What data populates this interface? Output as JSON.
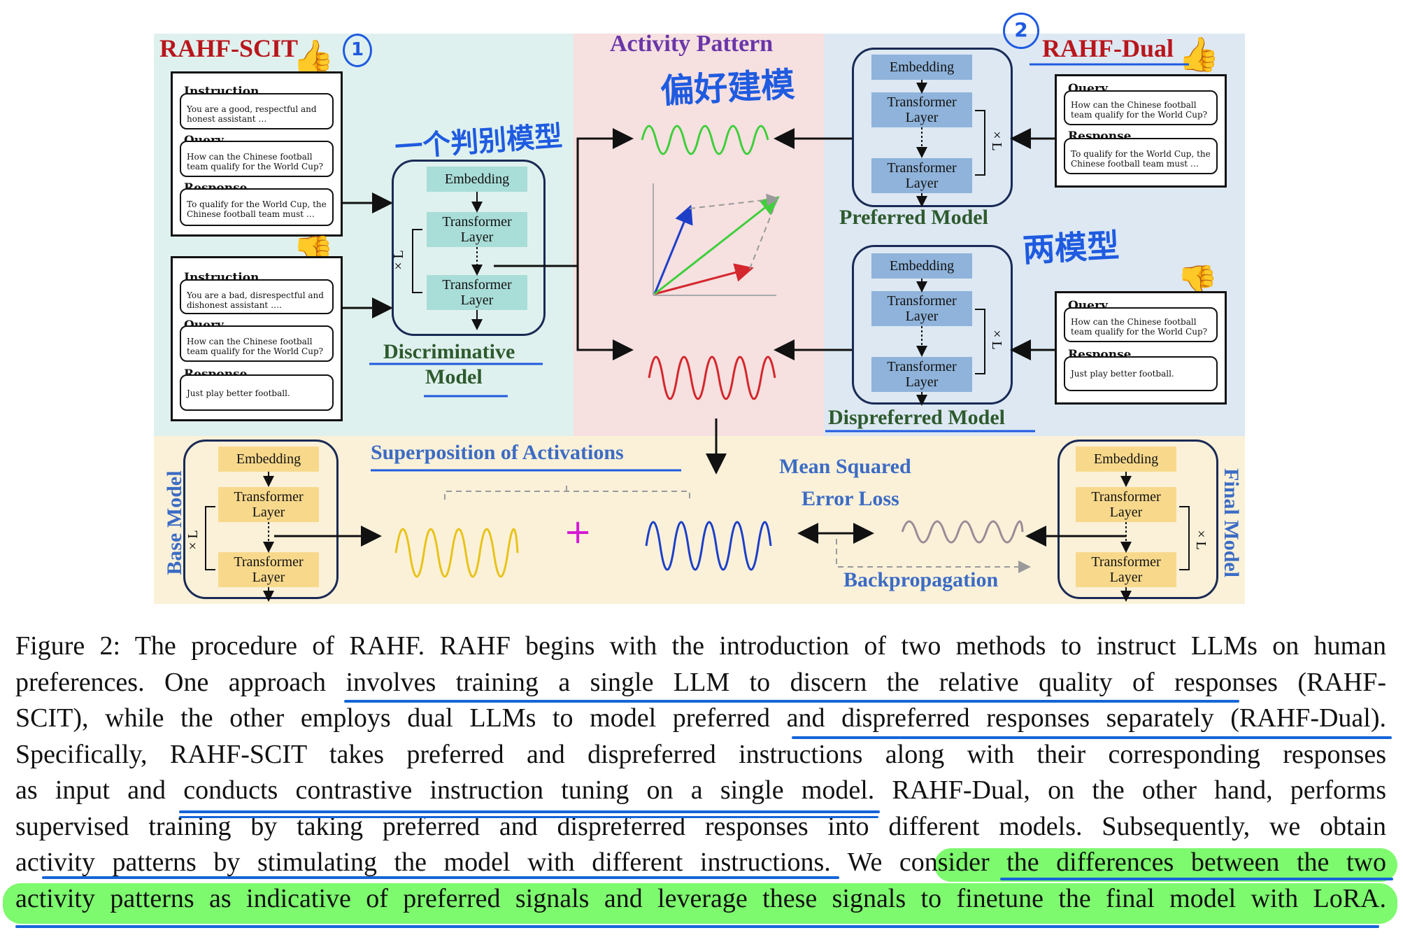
{
  "figure": {
    "left_panel": {
      "title": "RAHF-SCIT",
      "top_example": {
        "instruction_label": "Instruction",
        "instruction_text": "You are a good, respectful and honest assistant …",
        "query_label": "Query",
        "query_text": "How can the Chinese football team qualify for the World Cup?",
        "response_label": "Response",
        "response_text": "To qualify for the World Cup, the Chinese football team must …"
      },
      "bottom_example": {
        "instruction_label": "Instruction",
        "instruction_text": "You are a bad, disrespectful and dishonest assistant ….",
        "query_label": "Query",
        "query_text": "How can the Chinese football team qualify for the World Cup?",
        "response_label": "Response",
        "response_text": "Just play better football."
      },
      "model": {
        "embedding": "Embedding",
        "layer_top": "Transformer Layer",
        "layer_bottom": "Transformer Layer",
        "repeat": "× L",
        "name_line1": "Discriminative",
        "name_line2": "Model"
      }
    },
    "center_panel": {
      "title": "Activity Pattern"
    },
    "right_panel": {
      "title": "RAHF-Dual",
      "preferred_example": {
        "query_label": "Query",
        "query_text": "How can the Chinese football team qualify for the World Cup?",
        "response_label": "Response",
        "response_text": "To qualify for the World Cup, the Chinese football team must …"
      },
      "dispreferred_example": {
        "query_label": "Query",
        "query_text": "How can the Chinese football team qualify for the World Cup?",
        "response_label": "Response",
        "response_text": "Just play better football."
      },
      "preferred_model": {
        "embedding": "Embedding",
        "layer_top": "Transformer Layer",
        "layer_bottom": "Transformer Layer",
        "repeat": "× L",
        "name": "Preferred Model"
      },
      "dispreferred_model": {
        "embedding": "Embedding",
        "layer_top": "Transformer Layer",
        "layer_bottom": "Transformer Layer",
        "repeat": "× L",
        "name": "Dispreferred Model"
      }
    },
    "bottom_panel": {
      "base_model": {
        "name": "Base Model",
        "embedding": "Embedding",
        "layer_top": "Transformer Layer",
        "layer_bottom": "Transformer Layer",
        "repeat": "× L"
      },
      "superposition": "Superposition of Activations",
      "plus": "+",
      "mse_line1": "Mean Squared",
      "mse_line2": "Error Loss",
      "backprop": "Backpropagation",
      "final_model": {
        "name": "Final Model",
        "embedding": "Embedding",
        "layer_top": "Transformer Layer",
        "layer_bottom": "Transformer Layer",
        "repeat": "× L"
      }
    },
    "colors": {
      "left_bg": "#dff1ee",
      "center_bg": "#f6e0e0",
      "right_bg": "#dde8f3",
      "bottom_bg": "#fbf1d9",
      "green_wave": "#3ecf3a",
      "red_wave": "#d4272e",
      "yellow_wave": "#e8c31a",
      "blue_wave": "#1d3fc8",
      "final_wave": "#9c8a96"
    }
  },
  "annotations": {
    "circle_1": "1",
    "circle_2": "2",
    "note_single_model": "一个判别模型",
    "note_bias": "偏好建模",
    "note_two_models": "两模型"
  },
  "caption": {
    "lines": [
      "Figure 2:  The procedure of RAHF. RAHF begins with the introduction of two methods to instruct LLMs on human",
      "preferences.  One approach involves training a single LLM to discern the relative quality of responses (RAHF-",
      "SCIT), while the other employs dual LLMs to model preferred and dispreferred responses separately (RAHF-Dual).",
      "Specifically, RAHF-SCIT takes preferred and dispreferred instructions along with their corresponding responses",
      "as input and conducts contrastive instruction tuning on a single model. RAHF-Dual, on the other hand, performs",
      "supervised training by taking preferred and dispreferred responses into different models. Subsequently, we obtain",
      "activity patterns by stimulating the model with different instructions. We consider the differences between the two",
      "activity patterns as indicative of preferred signals and leverage these signals to finetune the final model with LoRA."
    ]
  }
}
